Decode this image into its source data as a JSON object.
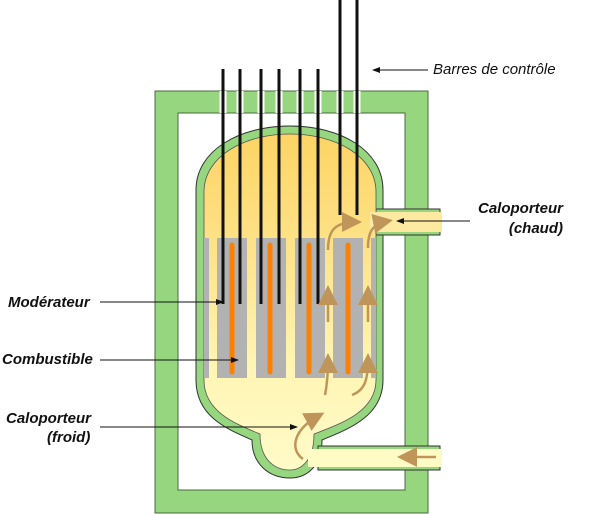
{
  "labels": {
    "control_rods": "Barres de contrôle",
    "hot_coolant_line1": "Caloporteur",
    "hot_coolant_line2": "(chaud)",
    "moderator": "Modérateur",
    "fuel": "Combustible",
    "cold_coolant_line1": "Caloporteur",
    "cold_coolant_line2": "(froid)"
  },
  "colors": {
    "shield_green": "#95d67e",
    "coolant_hot": "#fdd96a",
    "coolant_cold": "#fffbc4",
    "moderator_grey": "#b2b2b2",
    "fuel_orange": "#ff7f00",
    "flow_arrow": "#c0955a",
    "control_rod": "#111111"
  }
}
